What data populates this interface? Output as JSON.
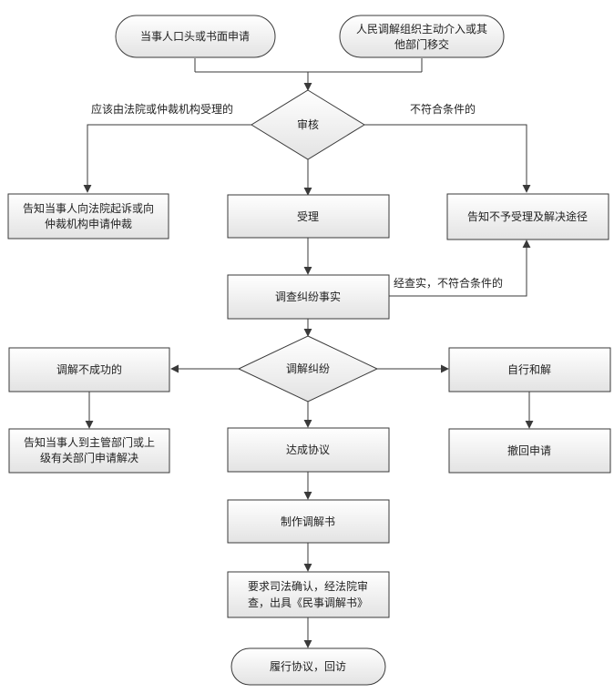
{
  "nodes": {
    "oral_written": "当事人口头或书面申请",
    "org_transfer_1": "人民调解组织主动介入或其",
    "org_transfer_2": "他部门移交",
    "review": "审核",
    "notify_court_1": "告知当事人向法院起诉或向",
    "notify_court_2": "仲裁机构申请仲裁",
    "accept": "受理",
    "notify_reject": "告知不予受理及解决途径",
    "investigate": "调查纠纷事实",
    "mediate": "调解纠纷",
    "failed": "调解不成功的",
    "self_reconcile": "自行和解",
    "notify_dept_1": "告知当事人到主管部门或上",
    "notify_dept_2": "级有关部门申请解决",
    "agreement": "达成协议",
    "withdraw": "撤回申请",
    "make_doc": "制作调解书",
    "judicial_1": "要求司法确认，经法院审",
    "judicial_2": "查，出具《民事调解书》",
    "fulfill": "履行协议，回访"
  },
  "edge_labels": {
    "to_court": "应该由法院或仲裁机构受理的",
    "not_eligible": "不符合条件的",
    "after_check": "经查实，不符合条件的"
  }
}
